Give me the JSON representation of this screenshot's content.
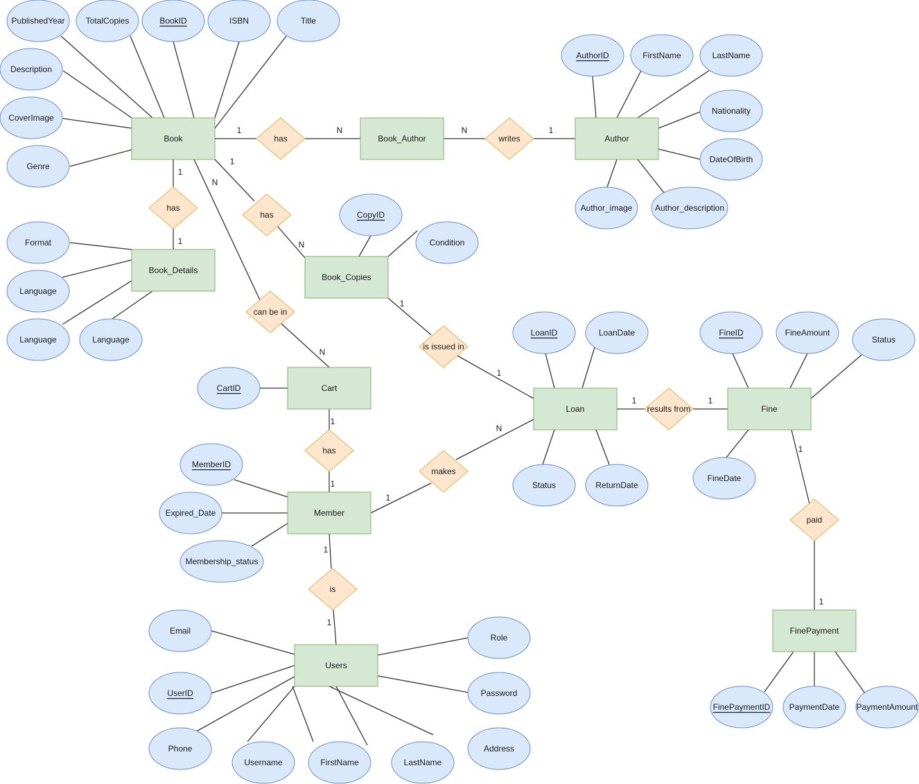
{
  "diagram": {
    "type": "Entity-Relationship Diagram",
    "colors": {
      "entity_fill": "#d5e8d4",
      "entity_stroke": "#82b366",
      "attribute_fill": "#dae8fc",
      "attribute_stroke": "#6c8ebf",
      "relationship_fill": "#ffe6cc",
      "relationship_stroke": "#d6b656"
    },
    "entities": [
      {
        "id": "book",
        "label": "Book"
      },
      {
        "id": "book_author",
        "label": "Book_Author"
      },
      {
        "id": "author",
        "label": "Author"
      },
      {
        "id": "book_details",
        "label": "Book_Details"
      },
      {
        "id": "book_copies",
        "label": "Book_Copies"
      },
      {
        "id": "cart",
        "label": "Cart"
      },
      {
        "id": "loan",
        "label": "Loan"
      },
      {
        "id": "fine",
        "label": "Fine"
      },
      {
        "id": "member",
        "label": "Member"
      },
      {
        "id": "users",
        "label": "Users"
      },
      {
        "id": "finepayment",
        "label": "FinePayment"
      }
    ],
    "attributes": [
      {
        "id": "a_publishedyear",
        "label": "PublishedYear",
        "entity": "book",
        "key": false
      },
      {
        "id": "a_totalcopies",
        "label": "TotalCopies",
        "entity": "book",
        "key": false
      },
      {
        "id": "a_bookid",
        "label": "BookID",
        "entity": "book",
        "key": true
      },
      {
        "id": "a_isbn",
        "label": "ISBN",
        "entity": "book",
        "key": false
      },
      {
        "id": "a_title",
        "label": "Title",
        "entity": "book",
        "key": false
      },
      {
        "id": "a_description",
        "label": "Description",
        "entity": "book",
        "key": false
      },
      {
        "id": "a_coverimage",
        "label": "CoverImage",
        "entity": "book",
        "key": false
      },
      {
        "id": "a_genre",
        "label": "Genre",
        "entity": "book",
        "key": false
      },
      {
        "id": "a_authorid",
        "label": "AuthorID",
        "entity": "author",
        "key": true
      },
      {
        "id": "a_afirstname",
        "label": "FirstName",
        "entity": "author",
        "key": false
      },
      {
        "id": "a_alastname",
        "label": "LastName",
        "entity": "author",
        "key": false
      },
      {
        "id": "a_nationality",
        "label": "Nationality",
        "entity": "author",
        "key": false
      },
      {
        "id": "a_dob",
        "label": "DateOfBirth",
        "entity": "author",
        "key": false
      },
      {
        "id": "a_author_image",
        "label": "Author_image",
        "entity": "author",
        "key": false
      },
      {
        "id": "a_author_desc",
        "label": "Author_description",
        "entity": "author",
        "key": false
      },
      {
        "id": "a_format",
        "label": "Format",
        "entity": "book_details",
        "key": false
      },
      {
        "id": "a_lang1",
        "label": "Language",
        "entity": "book_details",
        "key": false
      },
      {
        "id": "a_lang2",
        "label": "Language",
        "entity": "book_details",
        "key": false
      },
      {
        "id": "a_lang3",
        "label": "Language",
        "entity": "book_details",
        "key": false
      },
      {
        "id": "a_copyid",
        "label": "CopyID",
        "entity": "book_copies",
        "key": true
      },
      {
        "id": "a_condition",
        "label": "Condition",
        "entity": "book_copies",
        "key": false
      },
      {
        "id": "a_cartid",
        "label": "CartID",
        "entity": "cart",
        "key": true
      },
      {
        "id": "a_loanid",
        "label": "LoanID",
        "entity": "loan",
        "key": true
      },
      {
        "id": "a_loandate",
        "label": "LoanDate",
        "entity": "loan",
        "key": false
      },
      {
        "id": "a_loanstatus",
        "label": "Status",
        "entity": "loan",
        "key": false
      },
      {
        "id": "a_returndate",
        "label": "ReturnDate",
        "entity": "loan",
        "key": false
      },
      {
        "id": "a_fineid",
        "label": "FineID",
        "entity": "fine",
        "key": true
      },
      {
        "id": "a_fineamount",
        "label": "FineAmount",
        "entity": "fine",
        "key": false
      },
      {
        "id": "a_finestatus",
        "label": "Status",
        "entity": "fine",
        "key": false
      },
      {
        "id": "a_finedate",
        "label": "FineDate",
        "entity": "fine",
        "key": false
      },
      {
        "id": "a_memberid",
        "label": "MemberID",
        "entity": "member",
        "key": true
      },
      {
        "id": "a_expired",
        "label": "Expired_Date",
        "entity": "member",
        "key": false
      },
      {
        "id": "a_mstatus",
        "label": "Membership_status",
        "entity": "member",
        "key": false
      },
      {
        "id": "a_email",
        "label": "Email",
        "entity": "users",
        "key": false
      },
      {
        "id": "a_userid",
        "label": "UserID",
        "entity": "users",
        "key": true
      },
      {
        "id": "a_phone",
        "label": "Phone",
        "entity": "users",
        "key": false
      },
      {
        "id": "a_username",
        "label": "Username",
        "entity": "users",
        "key": false
      },
      {
        "id": "a_ufirstname",
        "label": "FirstName",
        "entity": "users",
        "key": false
      },
      {
        "id": "a_ulastname",
        "label": "LastName",
        "entity": "users",
        "key": false
      },
      {
        "id": "a_address",
        "label": "Address",
        "entity": "users",
        "key": false
      },
      {
        "id": "a_password",
        "label": "Password",
        "entity": "users",
        "key": false
      },
      {
        "id": "a_role",
        "label": "Role",
        "entity": "users",
        "key": false
      },
      {
        "id": "a_fpid",
        "label": "FinePaymentID",
        "entity": "finepayment",
        "key": true
      },
      {
        "id": "a_paydate",
        "label": "PaymentDate",
        "entity": "finepayment",
        "key": false
      },
      {
        "id": "a_payamount",
        "label": "PaymentAmount",
        "entity": "finepayment",
        "key": false
      }
    ],
    "relationships": [
      {
        "id": "r_book_has_ba",
        "label": "has",
        "from": "book",
        "to": "book_author",
        "from_card": "1",
        "to_card": "N"
      },
      {
        "id": "r_writes",
        "label": "writes",
        "from": "book_author",
        "to": "author",
        "from_card": "N",
        "to_card": "1"
      },
      {
        "id": "r_book_has_details",
        "label": "has",
        "from": "book",
        "to": "book_details",
        "from_card": "1",
        "to_card": "1"
      },
      {
        "id": "r_book_has_copies",
        "label": "has",
        "from": "book",
        "to": "book_copies",
        "from_card": "1",
        "to_card": "N"
      },
      {
        "id": "r_can_be_in",
        "label": "can be in",
        "from": "book",
        "to": "cart",
        "from_card": "N",
        "to_card": "N"
      },
      {
        "id": "r_issued_in",
        "label": "is issued in",
        "from": "book_copies",
        "to": "loan",
        "from_card": "1",
        "to_card": "1"
      },
      {
        "id": "r_results_from",
        "label": "results from",
        "from": "loan",
        "to": "fine",
        "from_card": "1",
        "to_card": "1"
      },
      {
        "id": "r_cart_has",
        "label": "has",
        "from": "cart",
        "to": "member",
        "from_card": "1",
        "to_card": "1"
      },
      {
        "id": "r_makes",
        "label": "makes",
        "from": "member",
        "to": "loan",
        "from_card": "1",
        "to_card": "N"
      },
      {
        "id": "r_is",
        "label": "is",
        "from": "member",
        "to": "users",
        "from_card": "1",
        "to_card": "1"
      },
      {
        "id": "r_paid",
        "label": "paid",
        "from": "fine",
        "to": "finepayment",
        "from_card": "1",
        "to_card": "1"
      }
    ]
  }
}
